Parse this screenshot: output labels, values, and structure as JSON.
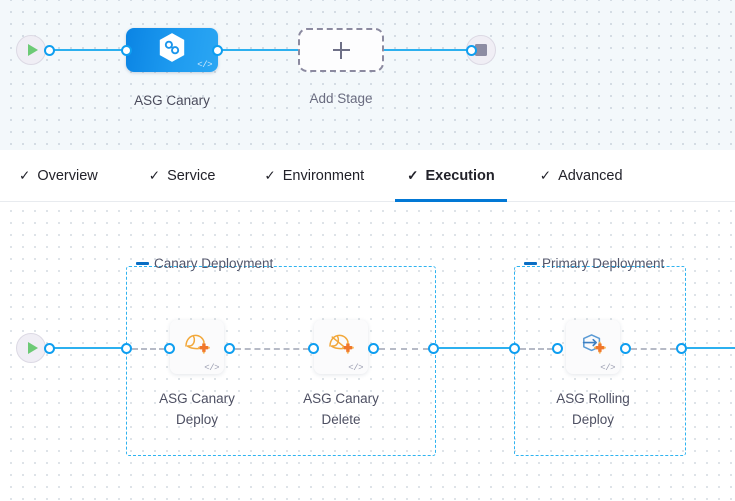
{
  "stage_canvas": {
    "start_node": {
      "icon": "play-icon"
    },
    "end_node": {
      "icon": "stop-icon"
    },
    "stages": [
      {
        "label": "ASG Canary",
        "icon": "harness-hexagon-infinity-icon",
        "badge": "</>",
        "selected": true
      }
    ],
    "add_stage": {
      "label": "Add Stage",
      "icon": "plus-icon"
    }
  },
  "tabs": [
    {
      "label": "Overview",
      "tick": "✓",
      "active": false
    },
    {
      "label": "Service",
      "tick": "✓",
      "active": false
    },
    {
      "label": "Environment",
      "tick": "✓",
      "active": false
    },
    {
      "label": "Execution",
      "tick": "✓",
      "active": true
    },
    {
      "label": "Advanced",
      "tick": "✓",
      "active": false
    }
  ],
  "execution_canvas": {
    "start_node": {
      "icon": "play-icon"
    },
    "groups": [
      {
        "title": "Canary Deployment",
        "collapse_icon": "minus-icon",
        "steps": [
          {
            "label": "ASG Canary Deploy",
            "label_line1": "ASG Canary",
            "label_line2": "Deploy",
            "icon": "aws-asg-canary-deploy-icon",
            "badge": "</>"
          },
          {
            "label": "ASG Canary Delete",
            "label_line1": "ASG Canary",
            "label_line2": "Delete",
            "icon": "aws-asg-canary-delete-icon",
            "badge": "</>"
          }
        ]
      },
      {
        "title": "Primary Deployment",
        "collapse_icon": "minus-icon",
        "steps": [
          {
            "label": "ASG Rolling Deploy",
            "label_line1": "ASG Rolling",
            "label_line2": "Deploy",
            "icon": "aws-asg-rolling-deploy-icon",
            "badge": "</>"
          }
        ]
      }
    ]
  },
  "colors": {
    "accent_blue": "#2cb0ef",
    "stage_blue": "#0a84e4",
    "active_tab_underline": "#0278d5",
    "group_border": "#2fb3f0",
    "play_green": "#6dca76",
    "stop_gray": "#8d8ca3",
    "asg_orange": "#f5a623",
    "asg_cross_orange": "#f0772b"
  }
}
